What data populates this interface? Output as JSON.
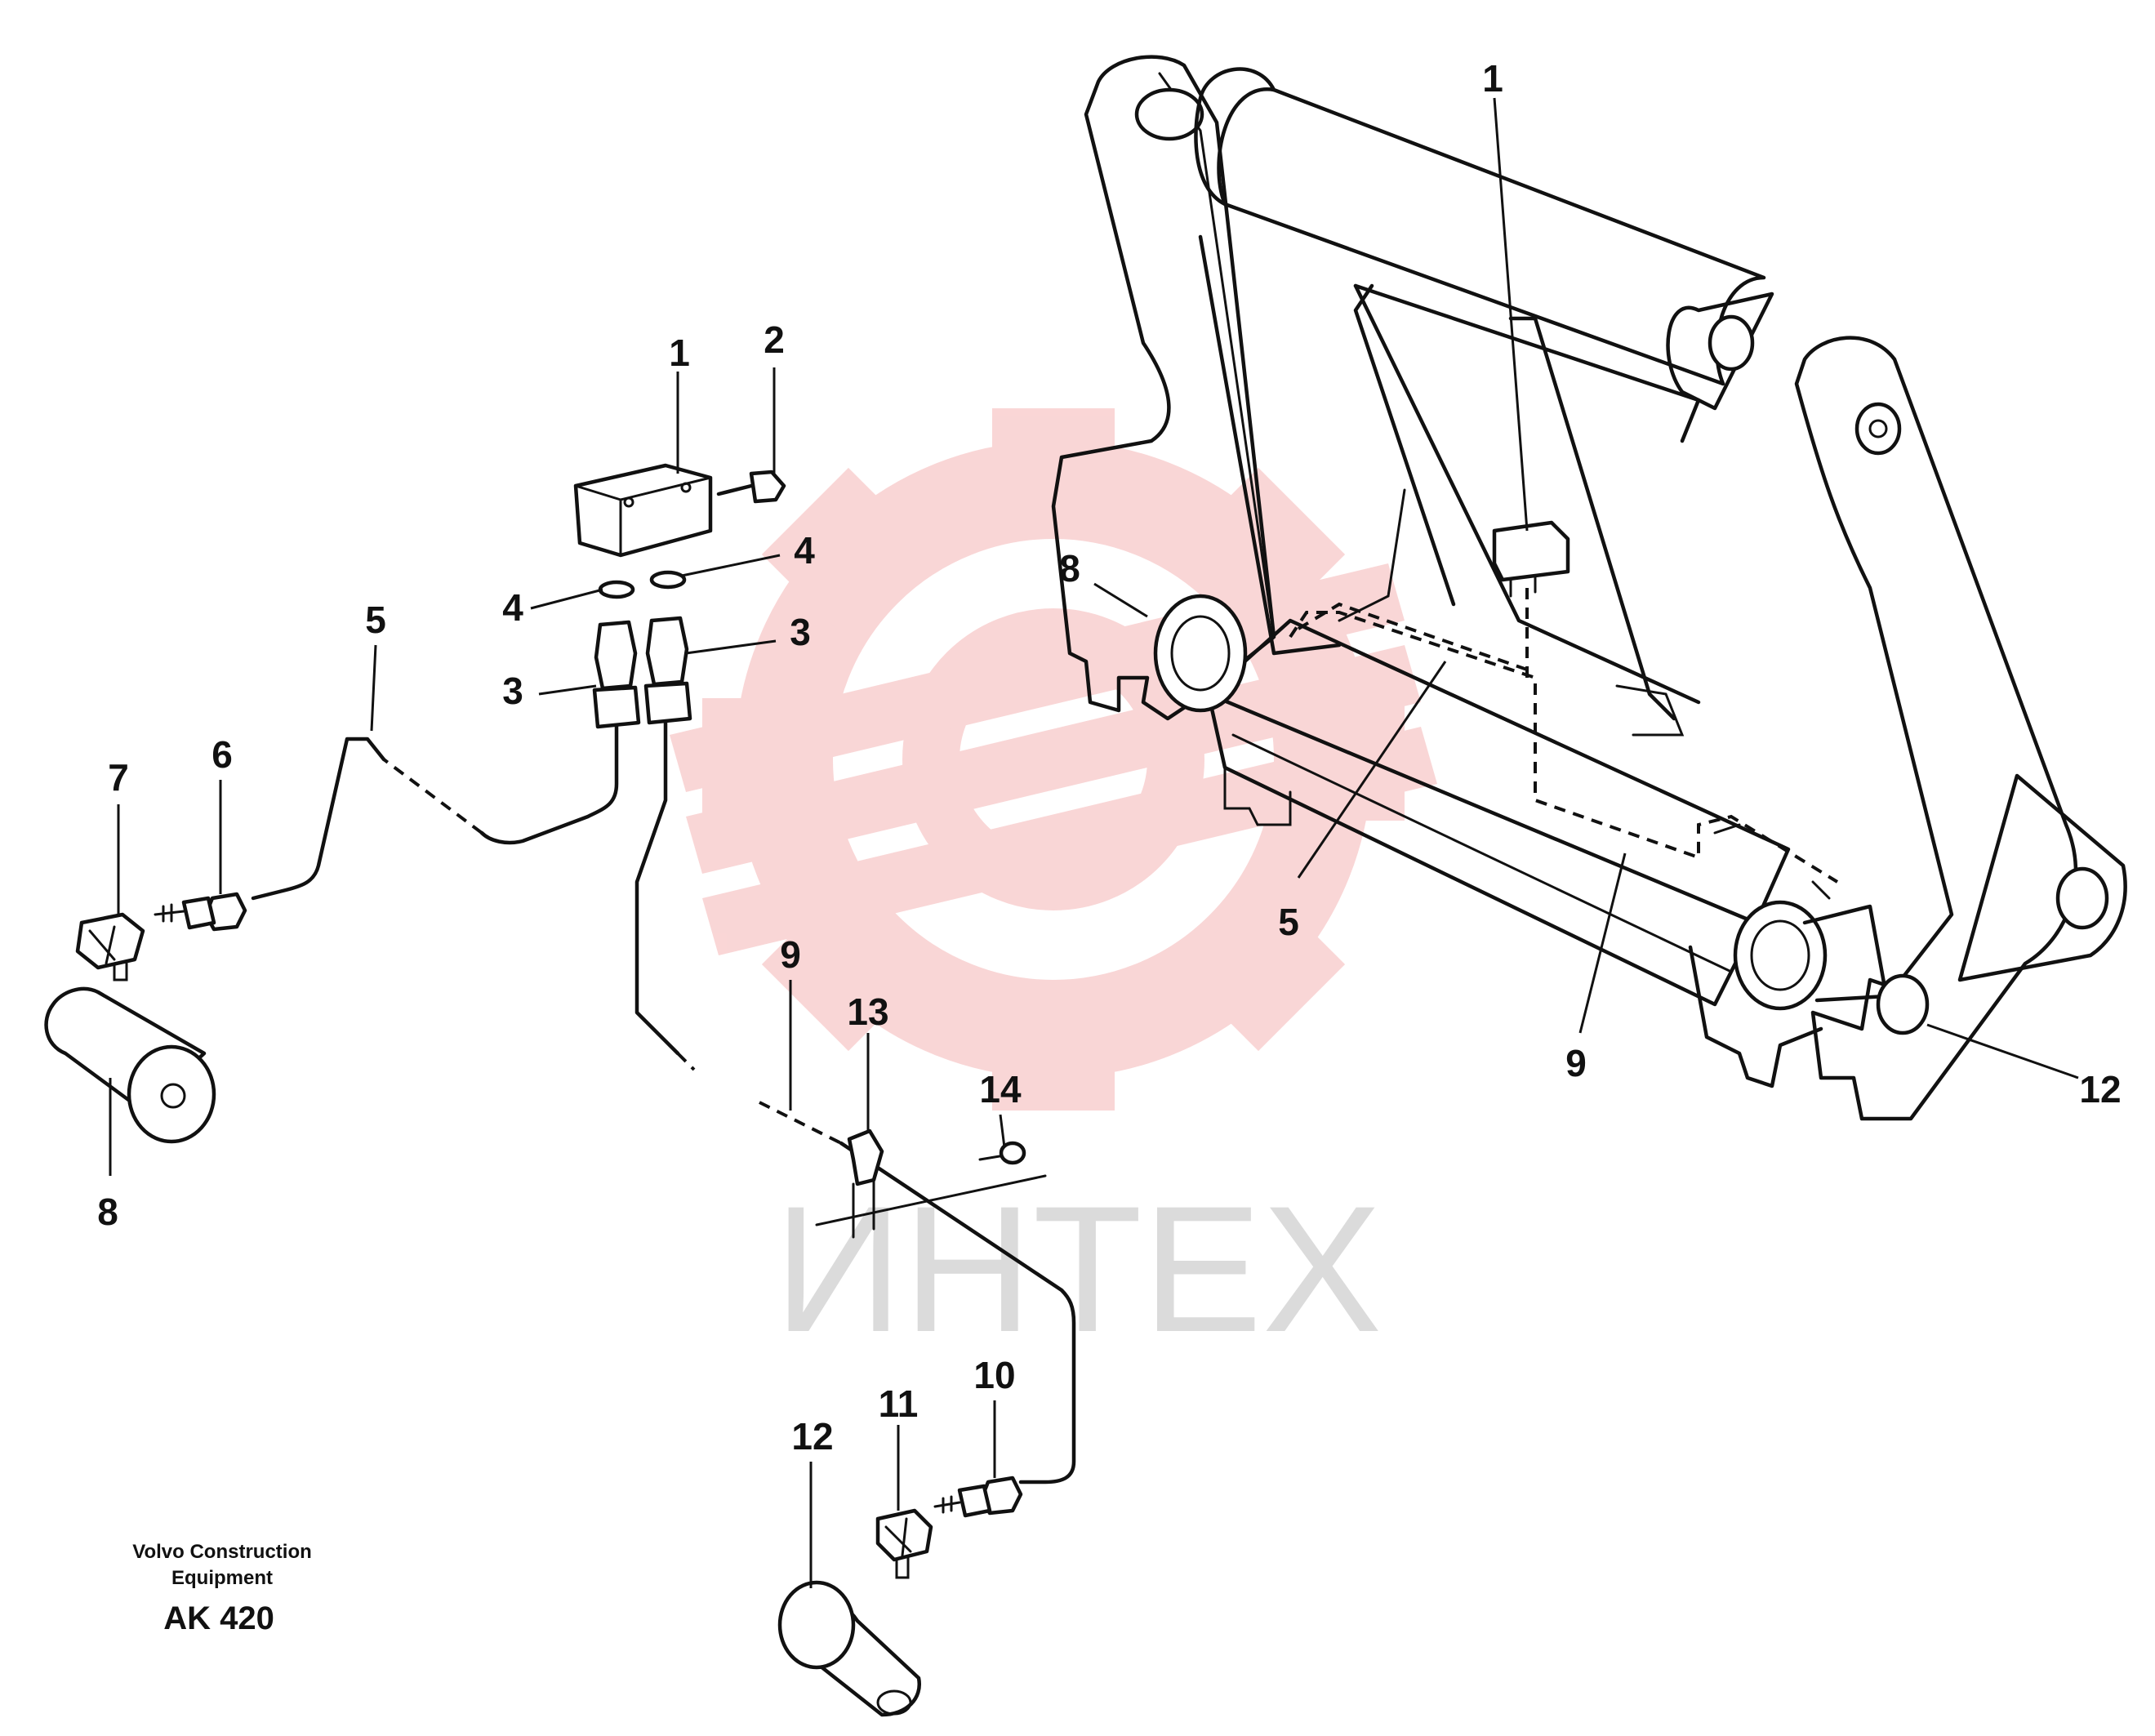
{
  "caption": {
    "line1": "Volvo Construction",
    "line2": "Equipment",
    "code": "AK 420"
  },
  "watermark": {
    "text": "ИНТЕХ",
    "logo_color": "#f5b5b5",
    "text_color": "#cfcfcf"
  },
  "callouts": {
    "c1_top": "1",
    "c1_switch": "1",
    "c2": "2",
    "c3_left": "3",
    "c3_right": "3",
    "c4_left": "4",
    "c4_right": "4",
    "c5_left": "5",
    "c5_frame": "5",
    "c6": "6",
    "c7": "7",
    "c8_frame": "8",
    "c8_pin": "8",
    "c9_left": "9",
    "c9_frame": "9",
    "c10": "10",
    "c11": "11",
    "c12_frame": "12",
    "c12_pin": "12",
    "c13": "13",
    "c14": "14"
  }
}
